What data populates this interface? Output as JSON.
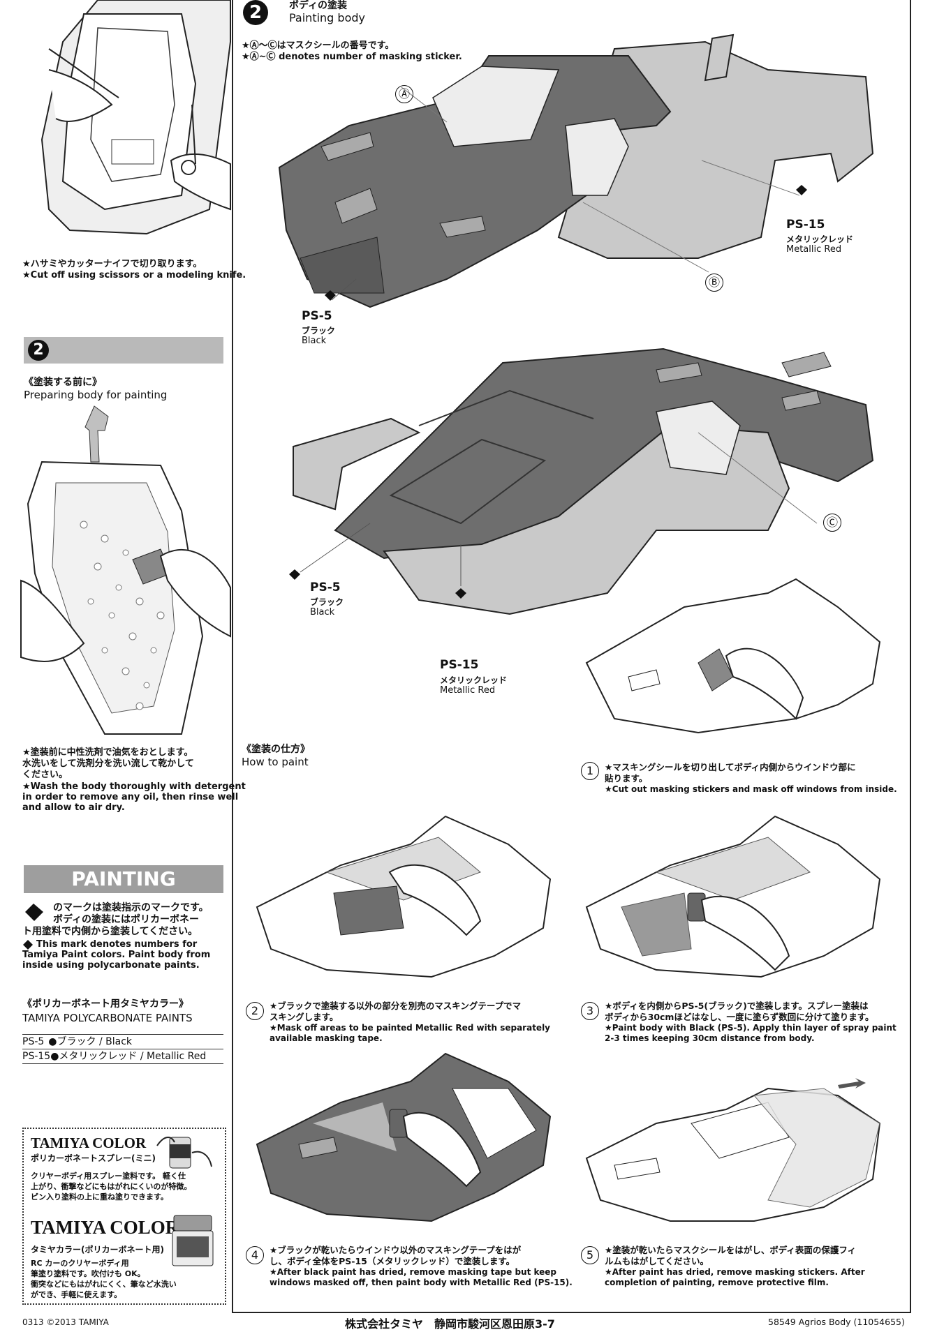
{
  "left": {
    "cut_jp": "★ハサミやカッターナイフで切り取ります。",
    "cut_en": "★Cut off using scissors or a modeling knife.",
    "step_num": "2",
    "prep_jp": "《塗装する前に》",
    "prep_en": "Preparing body for painting",
    "wash_jp1": "★塗装前に中性洗剤で油気をおとします。",
    "wash_jp2": "水洗いをして洗剤分を洗い流して乾かして",
    "wash_jp3": "ください。",
    "wash_en1": "★Wash the body thoroughly with detergent",
    "wash_en2": "in order to remove any oil, then rinse well",
    "wash_en3": "and allow to air dry.",
    "painting_title": "PAINTING",
    "mark_jp1": "のマークは塗装指示のマークです。",
    "mark_jp2": "ボディの塗装にはポリカーボネー",
    "mark_jp3": "ト用塗料で内側から塗装してください。",
    "mark_en1": "This mark denotes numbers for",
    "mark_en2": "Tamiya Paint colors. Paint body from",
    "mark_en3": "inside using polycarbonate paints.",
    "poly_jp": "《ポリカーボネート用タミヤカラー》",
    "poly_en": "TAMIYA POLYCARBONATE PAINTS",
    "paints": [
      {
        "code": "PS-5",
        "name": "●ブラック / Black"
      },
      {
        "code": "PS-15",
        "name": "●メタリックレッド / Metallic Red"
      }
    ],
    "tc1_logo": "TAMIYA COLOR",
    "tc1_sub": "ポリカーボネートスプレー(ミニ)",
    "tc1_desc1": "クリヤーボディ用スプレー塗料です。 軽く仕",
    "tc1_desc2": "上がり、衝撃などにもはがれにくいのが特徴。",
    "tc1_desc3": "ピン入り塗料の上に重ね塗りできます。",
    "tc2_logo": "TAMIYA COLOR",
    "tc2_sub": "タミヤカラー(ポリカーボネート用)",
    "tc2_desc1": "RC カーのクリヤーボディ用",
    "tc2_desc2": "筆塗り塗料です。吹付けも OK。",
    "tc2_desc3": "衝突などにもはがれにくく、筆など水洗い",
    "tc2_desc4": "ができ、手軽に使えます。"
  },
  "right": {
    "step_num": "2",
    "title_jp": "ボディの塗装",
    "title_en": "Painting body",
    "note_jp": "★Ⓐ～Ⓒはマスクシールの番号です。",
    "note_en": "★Ⓐ~Ⓒ denotes number of masking sticker.",
    "sticker_a": "Ⓐ",
    "sticker_b": "Ⓑ",
    "sticker_c": "Ⓒ",
    "ps15_top": {
      "code": "PS-15",
      "jp": "メタリックレッド",
      "en": "Metallic Red"
    },
    "ps5_top": {
      "code": "PS-5",
      "jp": "ブラック",
      "en": "Black"
    },
    "ps5_bottom": {
      "code": "PS-5",
      "jp": "ブラック",
      "en": "Black"
    },
    "ps15_bottom": {
      "code": "PS-15",
      "jp": "メタリックレッド",
      "en": "Metallic Red"
    },
    "how_jp": "《塗装の仕方》",
    "how_en": "How to paint",
    "steps": [
      {
        "num": "1",
        "jp1": "★マスキングシールを切り出してボディ内側からウインドウ部に",
        "jp2": "貼ります。",
        "en1": "★Cut out masking stickers and mask off windows from inside.",
        "en2": ""
      },
      {
        "num": "2",
        "jp1": "★ブラックで塗装する以外の部分を別売のマスキングテープでマ",
        "jp2": "スキングします。",
        "en1": "★Mask off areas to be painted Metallic Red with separately",
        "en2": "available masking tape."
      },
      {
        "num": "3",
        "jp1": "★ボディを内側からPS-5(ブラック)で塗装します。スプレー塗装は",
        "jp2": "ボディから30cmほどはなし、一度に塗らず数回に分けて塗ります。",
        "en1": "★Paint body with Black (PS-5). Apply thin layer of spray paint",
        "en2": "2-3 times keeping 30cm distance from body."
      },
      {
        "num": "4",
        "jp1": "★ブラックが乾いたらウインドウ以外のマスキングテープをはが",
        "jp2": "し、ボディ全体をPS-15（メタリックレッド）で塗装します。",
        "en1": "★After black paint has dried, remove masking tape but keep",
        "en2": "windows masked off, then paint body with Metallic Red (PS-15)."
      },
      {
        "num": "5",
        "jp1": "★塗装が乾いたらマスクシールをはがし、ボディ表面の保護フィ",
        "jp2": "ルムもはがしてください。",
        "en1": "★After paint has dried, remove masking stickers. After",
        "en2": "completion of painting, remove protective film."
      }
    ]
  },
  "footer": {
    "left": "0313 ©2013 TAMIYA",
    "center": "株式会社タミヤ　静岡市駿河区恩田原3-7",
    "right": "58549 Agrios Body (11054655)"
  },
  "colors": {
    "shade_dark": "#6e6e6e",
    "shade_light": "#c9c9c9",
    "bar": "#b9b9b9"
  }
}
